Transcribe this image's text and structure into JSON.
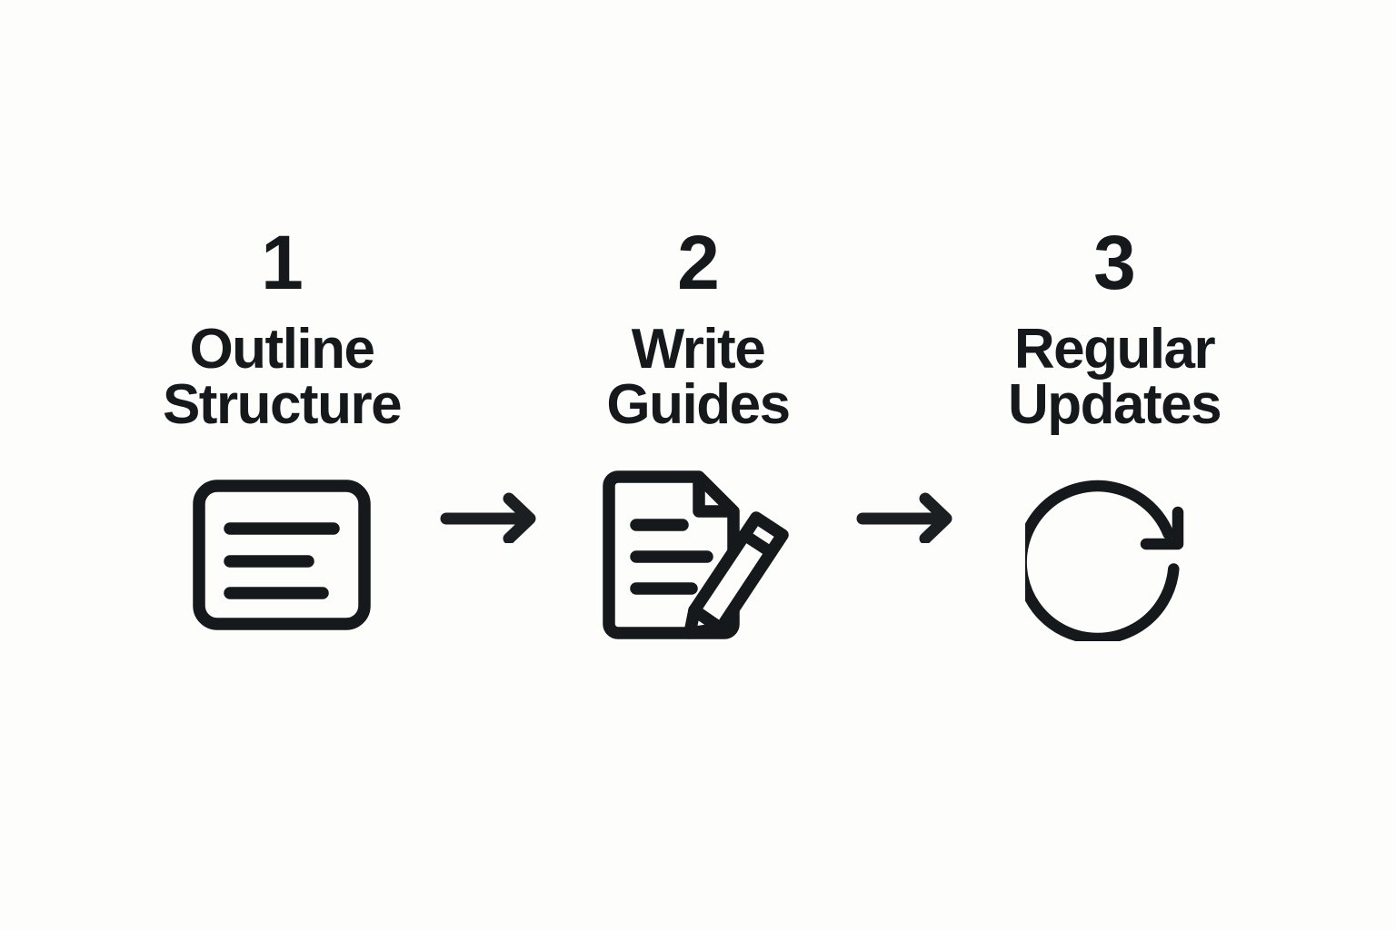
{
  "diagram": {
    "type": "process-flow",
    "orientation": "horizontal",
    "background_color": "#fdfdfc",
    "ink_color": "#15191c",
    "steps": [
      {
        "number": "1",
        "title": "Outline\nStructure",
        "title_line1": "Outline",
        "title_line2": "Structure",
        "icon": "document-lines-icon"
      },
      {
        "number": "2",
        "title": "Write\nGuides",
        "title_line1": "Write",
        "title_line2": "Guides",
        "icon": "document-pencil-icon"
      },
      {
        "number": "3",
        "title": "Regular\nUpdates",
        "title_line1": "Regular",
        "title_line2": "Updates",
        "icon": "refresh-circle-icon"
      }
    ],
    "connectors": [
      {
        "icon": "arrow-right-icon"
      },
      {
        "icon": "arrow-right-icon"
      }
    ]
  }
}
